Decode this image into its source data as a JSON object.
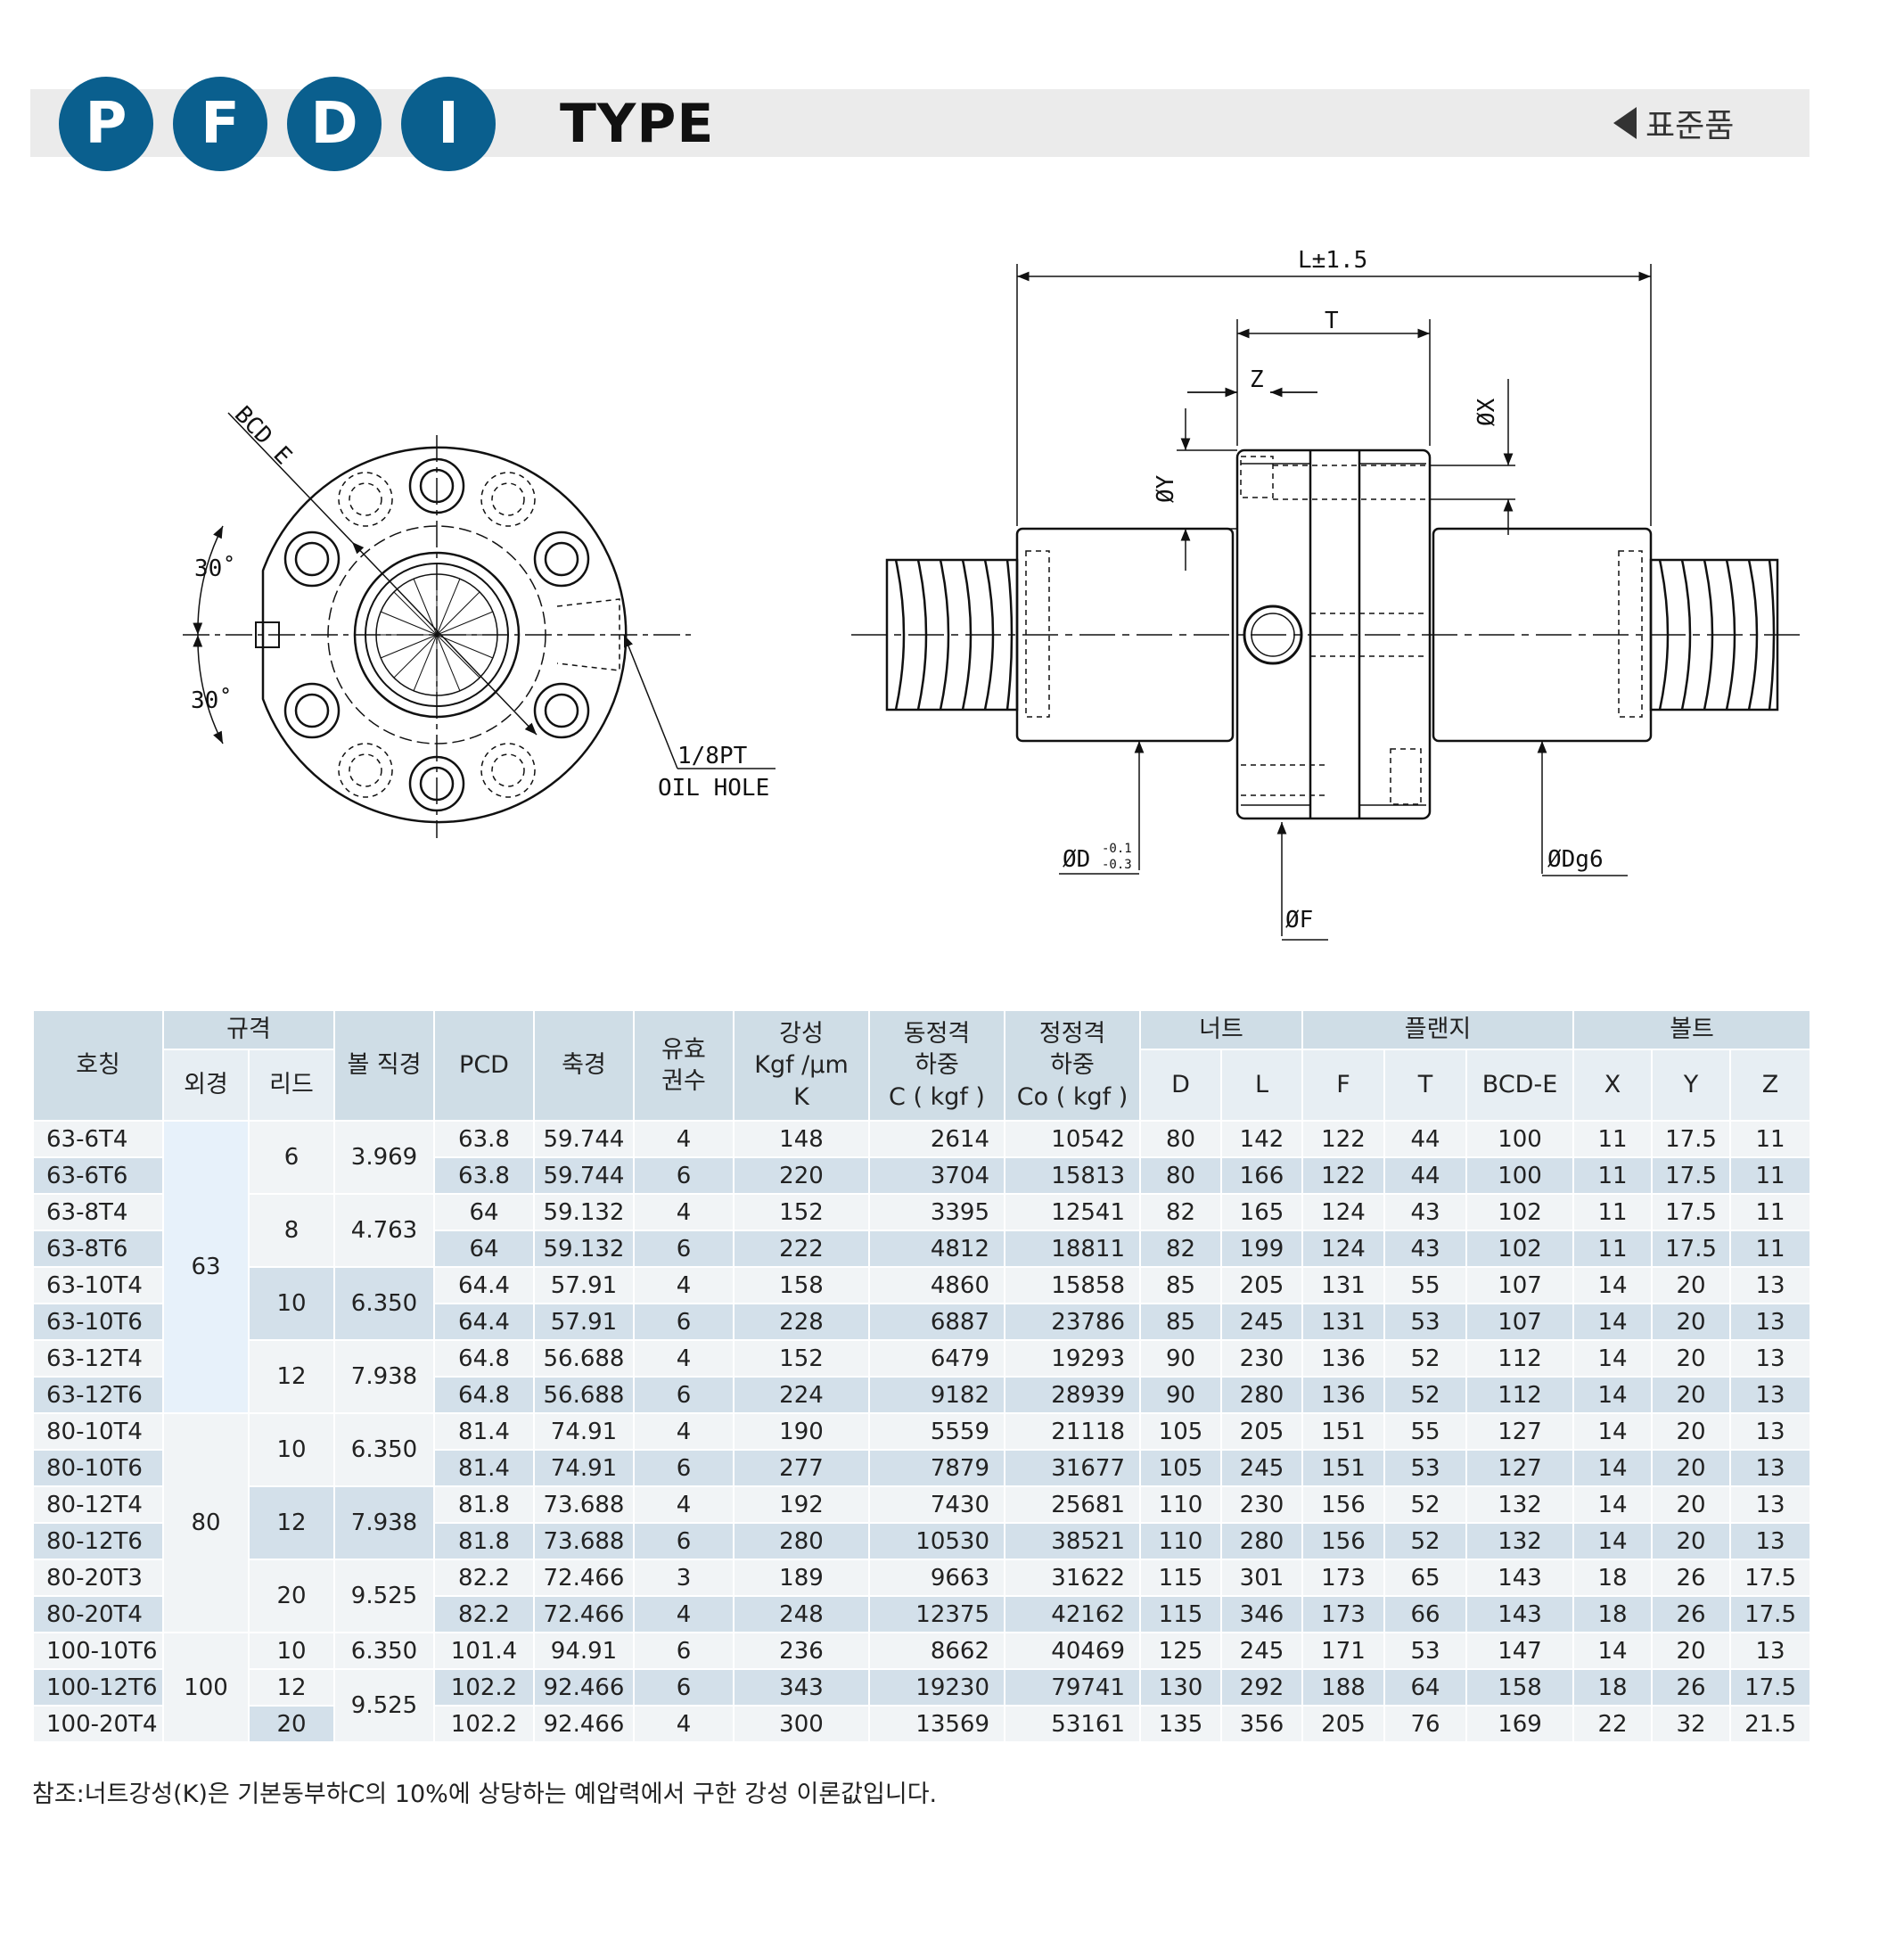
{
  "header": {
    "letters": [
      "P",
      "F",
      "D",
      "I"
    ],
    "type_label": "TYPE",
    "standard_label": "표준품"
  },
  "drawing": {
    "bcd_label": "BCD E",
    "angle_top": "30˚",
    "angle_bottom": "30˚",
    "oil_hole_line1": "1/8PT",
    "oil_hole_line2": "OIL HOLE",
    "length_label": "L±1.5",
    "t_label": "T",
    "z_label": "Z",
    "x_label": "ØX",
    "y_label": "ØY",
    "d_label": "ØD",
    "d_tol_upper": "-0.1",
    "d_tol_lower": "-0.3",
    "f_label": "ØF",
    "dg6_label": "ØDg6"
  },
  "table": {
    "headers": {
      "model": "호칭",
      "spec": "규격",
      "outer_dia": "외경",
      "lead": "리드",
      "ball_dia": "볼 직경",
      "pcd": "PCD",
      "shaft_dia": "축경",
      "circuits_1": "유효",
      "circuits_2": "권수",
      "stiffness_1": "강성",
      "stiffness_2": "Kgf /μm",
      "stiffness_3": "K",
      "dyn_1": "동정격",
      "dyn_2": "하중",
      "dyn_3": "C ( kgf )",
      "stat_1": "정정격",
      "stat_2": "하중",
      "stat_3": "Co ( kgf )",
      "nut": "너트",
      "nut_d": "D",
      "nut_l": "L",
      "flange": "플랜지",
      "flange_f": "F",
      "flange_t": "T",
      "flange_bcd": "BCD-E",
      "bolt": "볼트",
      "bolt_x": "X",
      "bolt_y": "Y",
      "bolt_z": "Z"
    },
    "outer_groups": [
      "63",
      "80",
      "100"
    ],
    "lead_groups": [
      {
        "lead": "6",
        "ball": "3.969"
      },
      {
        "lead": "8",
        "ball": "4.763"
      },
      {
        "lead": "10",
        "ball": "6.350"
      },
      {
        "lead": "12",
        "ball": "7.938"
      },
      {
        "lead": "10",
        "ball": "6.350"
      },
      {
        "lead": "12",
        "ball": "7.938"
      },
      {
        "lead": "20",
        "ball": "9.525"
      },
      {
        "lead": "10",
        "ball": "6.350"
      },
      {
        "lead": "12",
        "ball": "9.525"
      },
      {
        "lead": "20",
        "ball": ""
      }
    ],
    "rows": [
      [
        "63-6T4",
        "63.8",
        "59.744",
        "4",
        "148",
        "2614",
        "10542",
        "80",
        "142",
        "122",
        "44",
        "100",
        "11",
        "17.5",
        "11"
      ],
      [
        "63-6T6",
        "63.8",
        "59.744",
        "6",
        "220",
        "3704",
        "15813",
        "80",
        "166",
        "122",
        "44",
        "100",
        "11",
        "17.5",
        "11"
      ],
      [
        "63-8T4",
        "64",
        "59.132",
        "4",
        "152",
        "3395",
        "12541",
        "82",
        "165",
        "124",
        "43",
        "102",
        "11",
        "17.5",
        "11"
      ],
      [
        "63-8T6",
        "64",
        "59.132",
        "6",
        "222",
        "4812",
        "18811",
        "82",
        "199",
        "124",
        "43",
        "102",
        "11",
        "17.5",
        "11"
      ],
      [
        "63-10T4",
        "64.4",
        "57.91",
        "4",
        "158",
        "4860",
        "15858",
        "85",
        "205",
        "131",
        "55",
        "107",
        "14",
        "20",
        "13"
      ],
      [
        "63-10T6",
        "64.4",
        "57.91",
        "6",
        "228",
        "6887",
        "23786",
        "85",
        "245",
        "131",
        "53",
        "107",
        "14",
        "20",
        "13"
      ],
      [
        "63-12T4",
        "64.8",
        "56.688",
        "4",
        "152",
        "6479",
        "19293",
        "90",
        "230",
        "136",
        "52",
        "112",
        "14",
        "20",
        "13"
      ],
      [
        "63-12T6",
        "64.8",
        "56.688",
        "6",
        "224",
        "9182",
        "28939",
        "90",
        "280",
        "136",
        "52",
        "112",
        "14",
        "20",
        "13"
      ],
      [
        "80-10T4",
        "81.4",
        "74.91",
        "4",
        "190",
        "5559",
        "21118",
        "105",
        "205",
        "151",
        "55",
        "127",
        "14",
        "20",
        "13"
      ],
      [
        "80-10T6",
        "81.4",
        "74.91",
        "6",
        "277",
        "7879",
        "31677",
        "105",
        "245",
        "151",
        "53",
        "127",
        "14",
        "20",
        "13"
      ],
      [
        "80-12T4",
        "81.8",
        "73.688",
        "4",
        "192",
        "7430",
        "25681",
        "110",
        "230",
        "156",
        "52",
        "132",
        "14",
        "20",
        "13"
      ],
      [
        "80-12T6",
        "81.8",
        "73.688",
        "6",
        "280",
        "10530",
        "38521",
        "110",
        "280",
        "156",
        "52",
        "132",
        "14",
        "20",
        "13"
      ],
      [
        "80-20T3",
        "82.2",
        "72.466",
        "3",
        "189",
        "9663",
        "31622",
        "115",
        "301",
        "173",
        "65",
        "143",
        "18",
        "26",
        "17.5"
      ],
      [
        "80-20T4",
        "82.2",
        "72.466",
        "4",
        "248",
        "12375",
        "42162",
        "115",
        "346",
        "173",
        "66",
        "143",
        "18",
        "26",
        "17.5"
      ],
      [
        "100-10T6",
        "101.4",
        "94.91",
        "6",
        "236",
        "8662",
        "40469",
        "125",
        "245",
        "171",
        "53",
        "147",
        "14",
        "20",
        "13"
      ],
      [
        "100-12T6",
        "102.2",
        "92.466",
        "6",
        "343",
        "19230",
        "79741",
        "130",
        "292",
        "188",
        "64",
        "158",
        "18",
        "26",
        "17.5"
      ],
      [
        "100-20T4",
        "102.2",
        "92.466",
        "4",
        "300",
        "13569",
        "53161",
        "135",
        "356",
        "205",
        "76",
        "169",
        "22",
        "32",
        "21.5"
      ]
    ]
  },
  "footnote": "참조:너트강성(K)은 기본동부하C의 10%에 상당하는 예압력에서 구한 강성 이론값입니다.",
  "colors": {
    "brand_blue": "#0a5f8e",
    "header_band": "#ebebeb",
    "table_header": "#cfdde6",
    "row_light": "#f1f4f6",
    "row_dark": "#d3e0ea"
  }
}
